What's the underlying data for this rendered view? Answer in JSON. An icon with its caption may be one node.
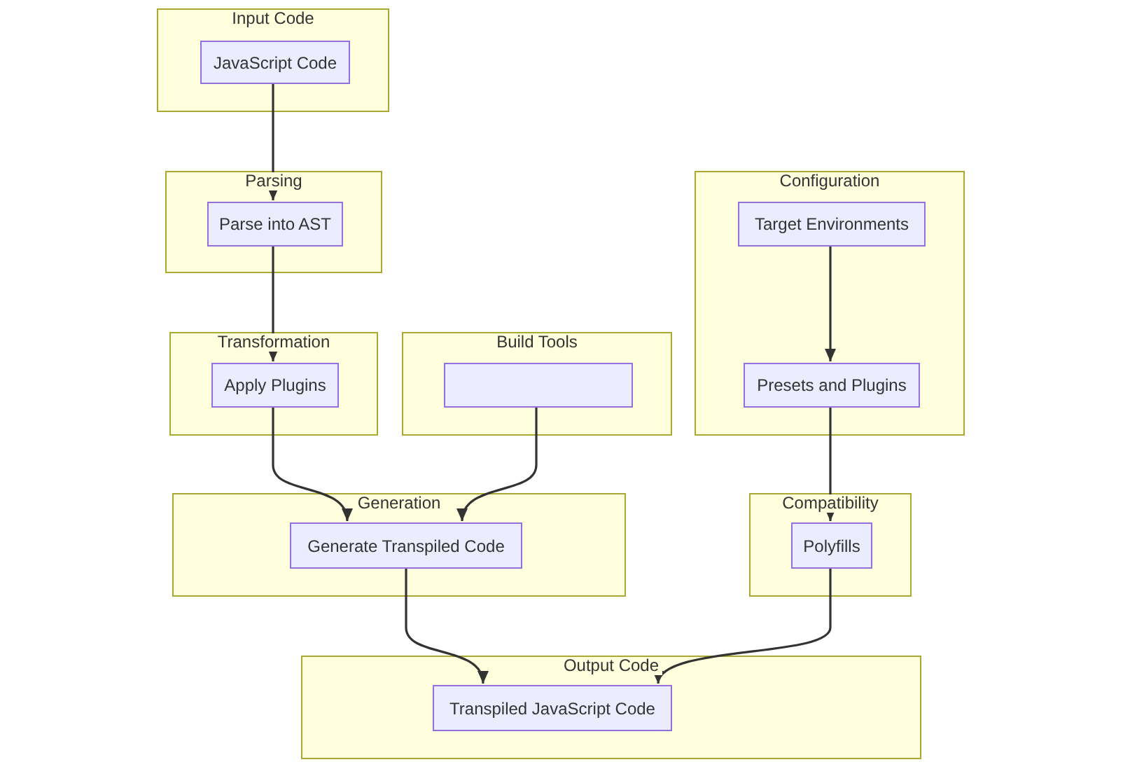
{
  "diagram": {
    "nodes": [
      {
        "text": [
          "Input Code"
        ]
      },
      {
        "text": [
          "JavaScript Code"
        ],
        "in": 0
      },
      {
        "text": [
          "Parsing"
        ]
      },
      {
        "text": [
          "Parse into AST"
        ],
        "in": 2
      },
      {
        "text": [
          "Transformation"
        ]
      },
      {
        "text": [
          "Apply Plugins"
        ],
        "in": 4
      },
      {
        "text": [
          "Build Tools"
        ]
      },
      {
        "text": [],
        "shape": "box",
        "in": 6
      },
      {
        "text": [
          "Configuration"
        ]
      },
      {
        "text": [
          "Target Environments"
        ],
        "in": 8
      },
      {
        "text": [
          "Presets and Plugins"
        ],
        "in": 8
      },
      {
        "text": [
          "Generation"
        ]
      },
      {
        "text": [
          "Generate Transpiled Code"
        ],
        "in": 11
      },
      {
        "text": [
          "Compatibility"
        ]
      },
      {
        "text": [
          "Polyfills"
        ],
        "in": 13
      },
      {
        "text": [
          "Output Code"
        ]
      },
      {
        "text": [
          "Transpiled JavaScript Code"
        ],
        "in": 15
      }
    ],
    "edges": [
      {
        "from": 1,
        "to": 3,
        "arrow": "to"
      },
      {
        "from": 3,
        "to": 5,
        "arrow": "to"
      },
      {
        "from": 5,
        "to": 12,
        "arrow": "to"
      },
      {
        "from": 7,
        "to": 12,
        "arrow": "to"
      },
      {
        "from": 9,
        "to": 10,
        "arrow": "to"
      },
      {
        "from": 10,
        "to": 14,
        "arrow": "to"
      },
      {
        "from": 12,
        "to": 16,
        "arrow": "to"
      },
      {
        "from": 14,
        "to": 16,
        "arrow": "to"
      }
    ]
  }
}
